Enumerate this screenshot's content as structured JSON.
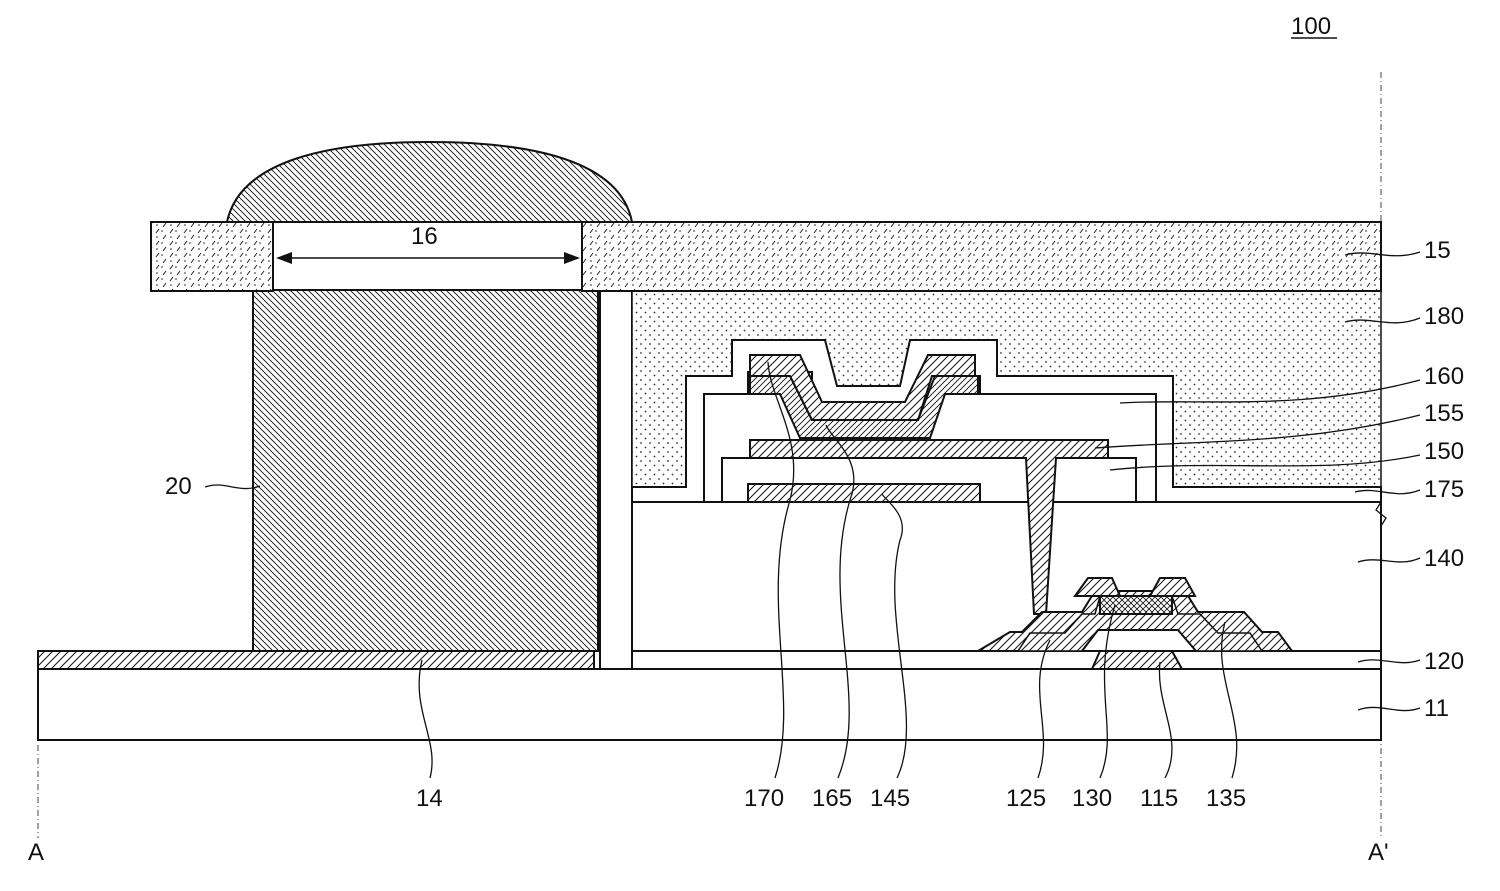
{
  "figure_ref": "100",
  "section_start": "A",
  "section_end": "A'",
  "labels": {
    "l15": "15",
    "l180": "180",
    "l160": "160",
    "l155": "155",
    "l150": "150",
    "l175": "175",
    "l140": "140",
    "l120": "120",
    "l11": "11",
    "l20": "20",
    "l16": "16",
    "l14": "14",
    "l170": "170",
    "l165": "165",
    "l145": "145",
    "l125": "125",
    "l130": "130",
    "l115": "115",
    "l135": "135"
  }
}
